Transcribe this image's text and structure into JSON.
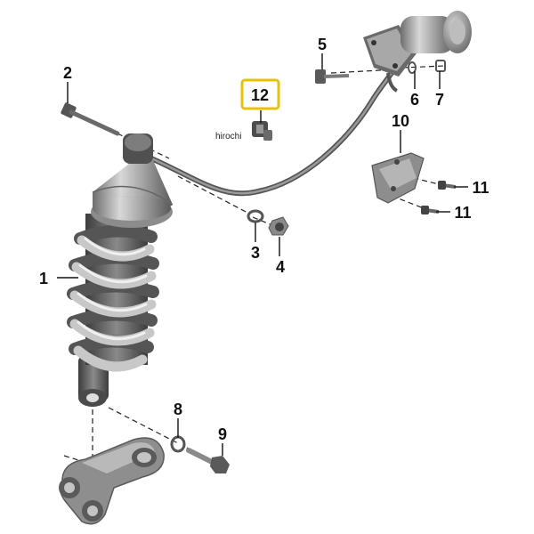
{
  "diagram": {
    "watermark": "hirochi",
    "highlight_color": "#e8c20a",
    "callouts": [
      {
        "id": "c1",
        "label": "1"
      },
      {
        "id": "c2",
        "label": "2"
      },
      {
        "id": "c3",
        "label": "3"
      },
      {
        "id": "c4",
        "label": "4"
      },
      {
        "id": "c5",
        "label": "5"
      },
      {
        "id": "c6",
        "label": "6"
      },
      {
        "id": "c7",
        "label": "7"
      },
      {
        "id": "c8",
        "label": "8"
      },
      {
        "id": "c9",
        "label": "9"
      },
      {
        "id": "c10",
        "label": "10"
      },
      {
        "id": "c11a",
        "label": "11"
      },
      {
        "id": "c11b",
        "label": "11"
      },
      {
        "id": "c12",
        "label": "12"
      }
    ]
  }
}
